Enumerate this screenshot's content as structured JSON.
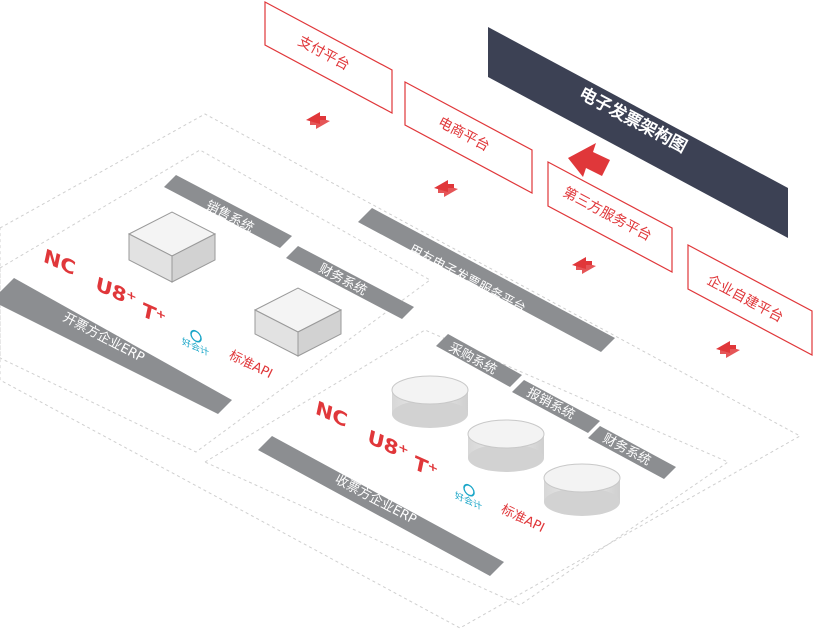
{
  "title": "电子发票架构图",
  "platforms": {
    "payment": "支付平台",
    "ecommerce": "电商平台",
    "third_party": "第三方服务平台",
    "self_built": "企业自建平台"
  },
  "service_platform": "用友电子发票服务平台",
  "issuer": {
    "bar_label": "开票方企业ERP",
    "sales": "销售系统",
    "finance": "财务系统",
    "api": "标准API"
  },
  "receiver": {
    "bar_label": "收票方企业ERP",
    "procurement": "采购系统",
    "expense": "报销系统",
    "finance": "财务系统",
    "api": "标准API"
  },
  "logos": {
    "nc": "NC",
    "u8": "U8⁺",
    "t": "T⁺",
    "cloud": "好会计"
  },
  "colors": {
    "accent": "#e0373a",
    "title_bg": "#3c4154",
    "bar_gray": "#8c8e91"
  }
}
